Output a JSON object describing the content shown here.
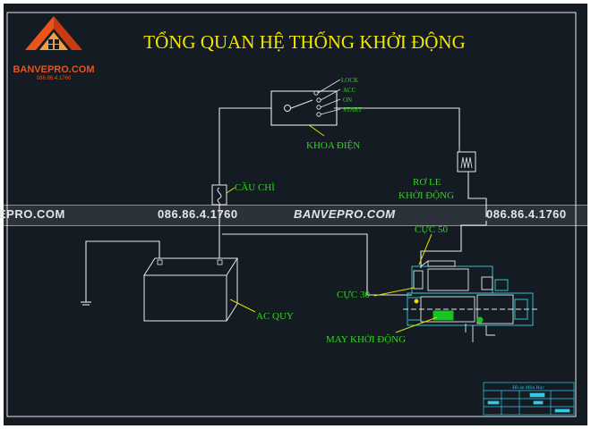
{
  "title": "TỔNG QUAN HỆ THỐNG KHỞI ĐỘNG",
  "logo": {
    "brand": "BANVEPRO.COM",
    "phone": "086.86.4.1760"
  },
  "watermark": {
    "site_partial": "EPRO.COM",
    "phone_1": "086.86.4.1760",
    "site": "BANVEPRO.COM",
    "phone_2": "086.86.4.1760"
  },
  "switch_positions": [
    "LOCK",
    "ACC",
    "ON",
    "START"
  ],
  "labels": {
    "ignition_switch": "KHOA ĐIỆN",
    "fuse": "CẦU CHÌ",
    "relay_line1": "RƠ LE",
    "relay_line2": "KHỞI ĐỘNG",
    "terminal_50": "CỰC 50",
    "terminal_30": "CỰC 30",
    "battery": "AC QUY",
    "starter_motor": "MAY KHỞI ĐỘNG"
  },
  "title_block": {
    "heading": "Đồ án Môn Học"
  },
  "colors": {
    "background": "#141b23",
    "frame": "#e8e8e8",
    "wire": "#e8e8e8",
    "label_green": "#2fd61e",
    "leader_yellow": "#e0e000",
    "title_yellow": "#f2e600",
    "starter_cyan": "#35d2de",
    "starter_green": "#19c321",
    "title_block_cyan": "#32c8e6",
    "accent_orange": "#e8541c"
  }
}
